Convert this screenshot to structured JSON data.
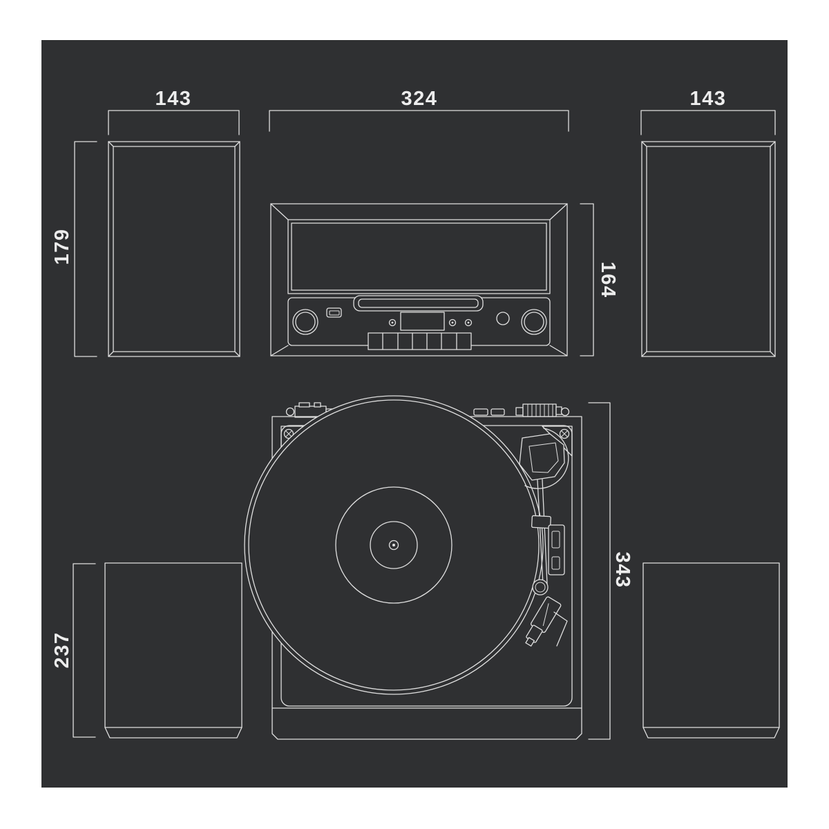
{
  "canvas": {
    "background": "#2f3032",
    "frame": "#ffffff",
    "line_color": "#e0e0e0",
    "text_color": "#ededed"
  },
  "labels": {
    "left_speaker_width": "143",
    "main_unit_width": "324",
    "right_speaker_width": "143",
    "left_speaker_height": "179",
    "main_unit_height": "164",
    "bottom_speaker_depth": "237",
    "turntable_depth": "343"
  }
}
